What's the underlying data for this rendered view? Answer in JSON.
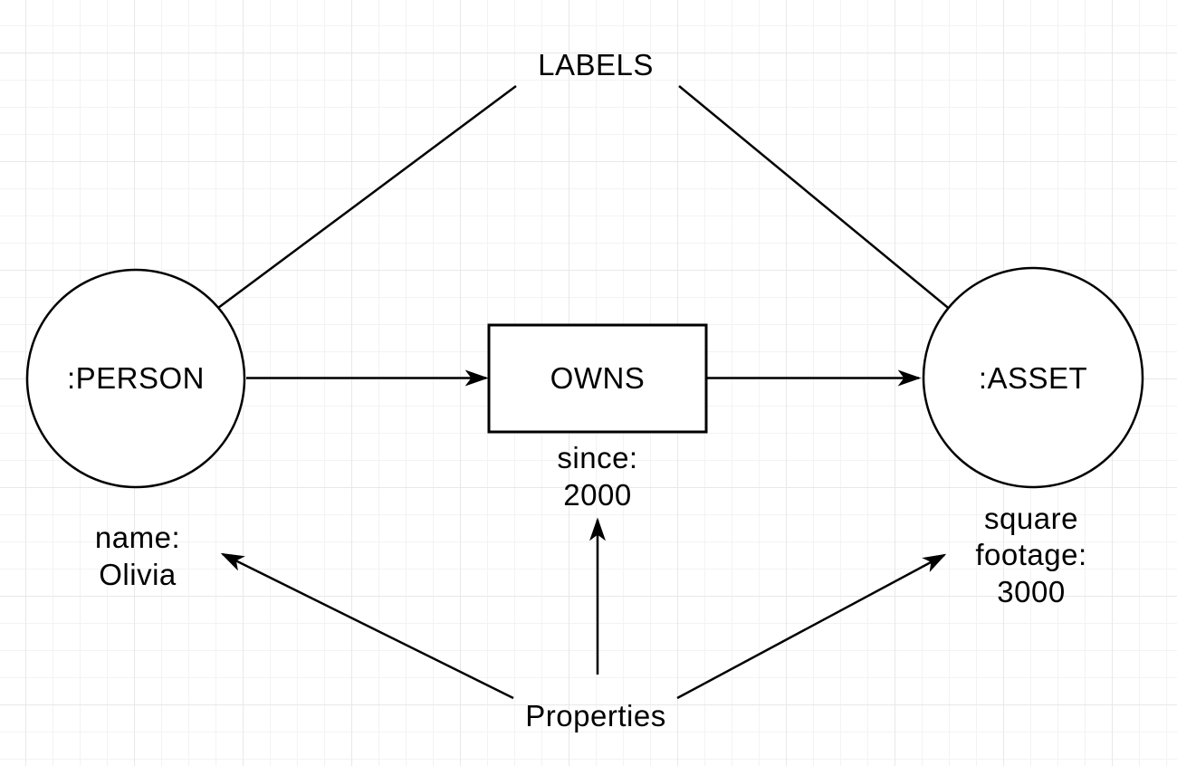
{
  "canvas": {
    "colors": {
      "canvas_background": "#ffffff",
      "grid_minor": "#f3f3f3",
      "grid_major": "#e8e8e8",
      "shape_stroke": "#000000",
      "shape_fill": "#ffffff",
      "text": "#000000"
    }
  },
  "diagram": {
    "labels_annotation": "LABELS",
    "properties_annotation": "Properties",
    "person_node_label": ":PERSON",
    "asset_node_label": ":ASSET",
    "relationship_label": "OWNS",
    "relationship_properties": [
      "since:",
      "2000"
    ],
    "person_properties": [
      "name:",
      "Olivia"
    ],
    "asset_properties": [
      "square",
      "footage:",
      "3000"
    ]
  }
}
